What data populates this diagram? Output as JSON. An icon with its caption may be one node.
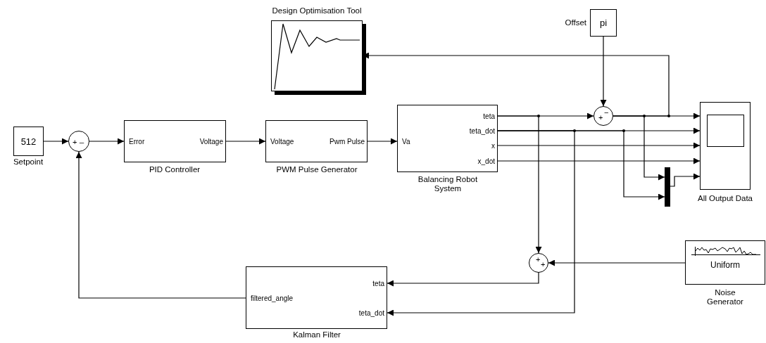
{
  "diagram": {
    "nodes": [
      {
        "text": [
          "512"
        ],
        "beside": [
          "Setpoint"
        ]
      },
      {
        "text": [
          "+",
          "_"
        ]
      },
      {
        "text": [
          "Error",
          "Voltage"
        ],
        "beside": [
          "PID Controller"
        ]
      },
      {
        "text": [
          "Voltage",
          "Pwm Pulse"
        ],
        "beside": [
          "PWM Pulse Generator"
        ]
      },
      {
        "text": [
          "Va",
          "teta",
          "teta_dot",
          "x",
          "x_dot"
        ],
        "beside": [
          "Balancing Robot System"
        ]
      },
      {
        "text": [],
        "shape": "picture",
        "beside": [
          "Design Optimisation Tool"
        ]
      },
      {
        "text": [
          "pi"
        ],
        "beside": [
          "Offset"
        ]
      },
      {
        "text": [
          "+",
          "−"
        ]
      },
      {
        "text": [],
        "shape": "picture",
        "beside": [
          "All Output Data"
        ]
      },
      {
        "text": [],
        "shape": "bar"
      },
      {
        "text": [
          "+",
          "+"
        ]
      },
      {
        "text": [
          "Uniform"
        ],
        "beside": [
          "Noise Generator"
        ]
      },
      {
        "text": [
          "teta",
          "filtered_angle",
          "teta_dot"
        ],
        "beside": [
          "Kalman Filter"
        ]
      }
    ],
    "edges": [
      {
        "from": 0,
        "to": 1,
        "arrow": "to"
      },
      {
        "from": 1,
        "to": 2,
        "arrow": "to"
      },
      {
        "from": 2,
        "to": 3,
        "arrow": "to"
      },
      {
        "from": 3,
        "to": 4,
        "arrow": "to"
      },
      {
        "from": 4,
        "to": 7,
        "arrow": "to"
      },
      {
        "from": 7,
        "to": 8,
        "arrow": "to"
      },
      {
        "from": 6,
        "to": 7,
        "arrow": "to"
      },
      {
        "from": 7,
        "to": 5,
        "arrow": "to"
      },
      {
        "from": 4,
        "to": 10,
        "arrow": "to"
      },
      {
        "from": 4,
        "to": 8,
        "arrow": "to"
      },
      {
        "from": 4,
        "to": 12,
        "arrow": "to"
      },
      {
        "from": 4,
        "to": 8,
        "arrow": "to"
      },
      {
        "from": 4,
        "to": 8,
        "arrow": "to"
      },
      {
        "from": 7,
        "to": 9,
        "arrow": "to"
      },
      {
        "from": 4,
        "to": 9,
        "arrow": "to"
      },
      {
        "from": 9,
        "to": 8,
        "arrow": "to"
      },
      {
        "from": 11,
        "to": 10,
        "arrow": "to"
      },
      {
        "from": 10,
        "to": 12,
        "arrow": "to"
      },
      {
        "from": 12,
        "to": 1,
        "arrow": "to"
      }
    ]
  }
}
